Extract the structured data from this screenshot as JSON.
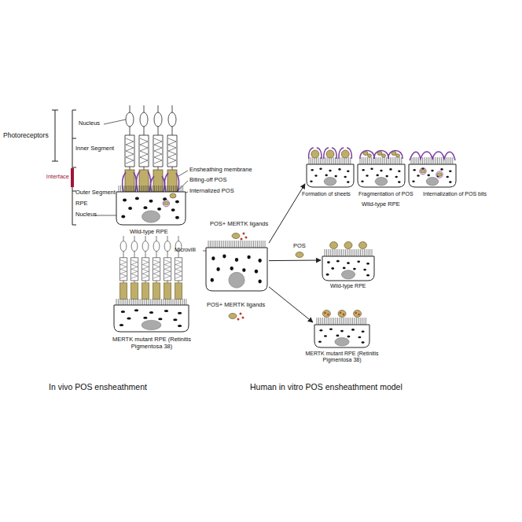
{
  "diagram": {
    "nodes": [
      {
        "text": [
          "Microvilli"
        ]
      },
      {
        "text": [
          "Formation of sheets"
        ]
      },
      {
        "text": [
          "Fragmentation of POS"
        ]
      },
      {
        "text": [
          "Internalization of POS bits"
        ]
      },
      {
        "text": [
          "Wild-type RPE"
        ]
      },
      {
        "text": [
          "MERTK mutant RPE (Retinitis Pigmentosa 38)"
        ]
      }
    ],
    "edges": [
      {
        "from": 0,
        "to": 1,
        "label": "POS+ MERTK ligands",
        "arrow": "to"
      },
      {
        "from": 0,
        "to": 4,
        "label": "POS",
        "arrow": "to"
      },
      {
        "from": 0,
        "to": 5,
        "label": "POS+ MERTK ligands",
        "arrow": "to"
      }
    ],
    "labels": [
      "Nucleus",
      "Photoreceptors",
      "Inner Segment",
      "Interface",
      "Outer Segment",
      "RPE",
      "Nucleus",
      "Ensheathing membrane",
      "Biting-off POS",
      "Internalized POS",
      "Wild-type RPE",
      "MERTK mutant RPE (Retinitis Pigmentosa 38)",
      "Wild-type RPE",
      "In vivo POS ensheathment",
      "Human in vitro POS ensheathment model"
    ]
  }
}
